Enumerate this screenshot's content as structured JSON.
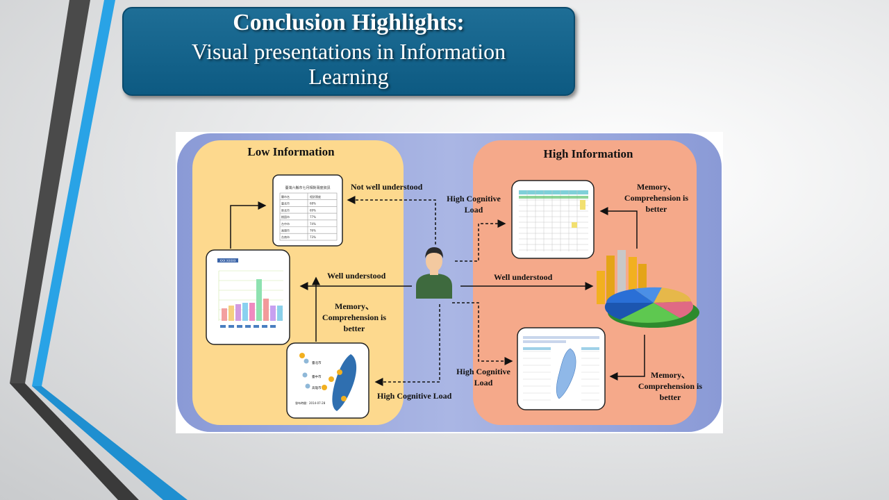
{
  "slide": {
    "title": "Conclusion Highlights:",
    "subtitle_line1": "Visual presentations in Information",
    "subtitle_line2": "Learning"
  },
  "diagram": {
    "low_panel_title": "Low Information",
    "high_panel_title": "High Information",
    "labels": {
      "not_well_understood": "Not well understood",
      "well_understood_left": "Well understood",
      "memory_left_1": "Memory、",
      "memory_left_2": "Comprehension is",
      "memory_left_3": "better",
      "high_load_bottom": "High Cognitive Load",
      "high_load_top_1": "High Cognitive",
      "high_load_top_2": "Load",
      "well_understood_right": "Well understood",
      "memory_right_top_1": "Memory、",
      "memory_right_top_2": "Comprehension is",
      "memory_right_top_3": "better",
      "high_load_mid_1": "High Cognitive",
      "high_load_mid_2": "Load",
      "memory_right_bottom_1": "Memory、",
      "memory_right_bottom_2": "Comprehension is",
      "memory_right_bottom_3": "better"
    },
    "table_card": {
      "title": "臺灣六縣市七月相對濕度資訊",
      "rows": [
        [
          "縣市名",
          "相對濕度"
        ],
        [
          "臺北市",
          "68%"
        ],
        [
          "新北市",
          "69%"
        ],
        [
          "桃園市",
          "77%"
        ],
        [
          "台中市",
          "74%"
        ],
        [
          "高雄市",
          "76%"
        ],
        [
          "台南市",
          "73%"
        ]
      ]
    },
    "bar_card": {
      "header": "XXX XXXXX"
    },
    "map_card": {
      "labels": [
        "臺北市",
        "臺中市",
        "高雄市"
      ],
      "footer": [
        "發布時間：2014-07-28"
      ]
    }
  },
  "colors": {
    "title_bg": "#0d5a82",
    "stripe_blue": "#29a3e6",
    "stripe_gray": "#404040",
    "outer_bg": "#8fa0d8",
    "low_bg": "#fdd98e",
    "high_bg": "#f5a98a"
  }
}
